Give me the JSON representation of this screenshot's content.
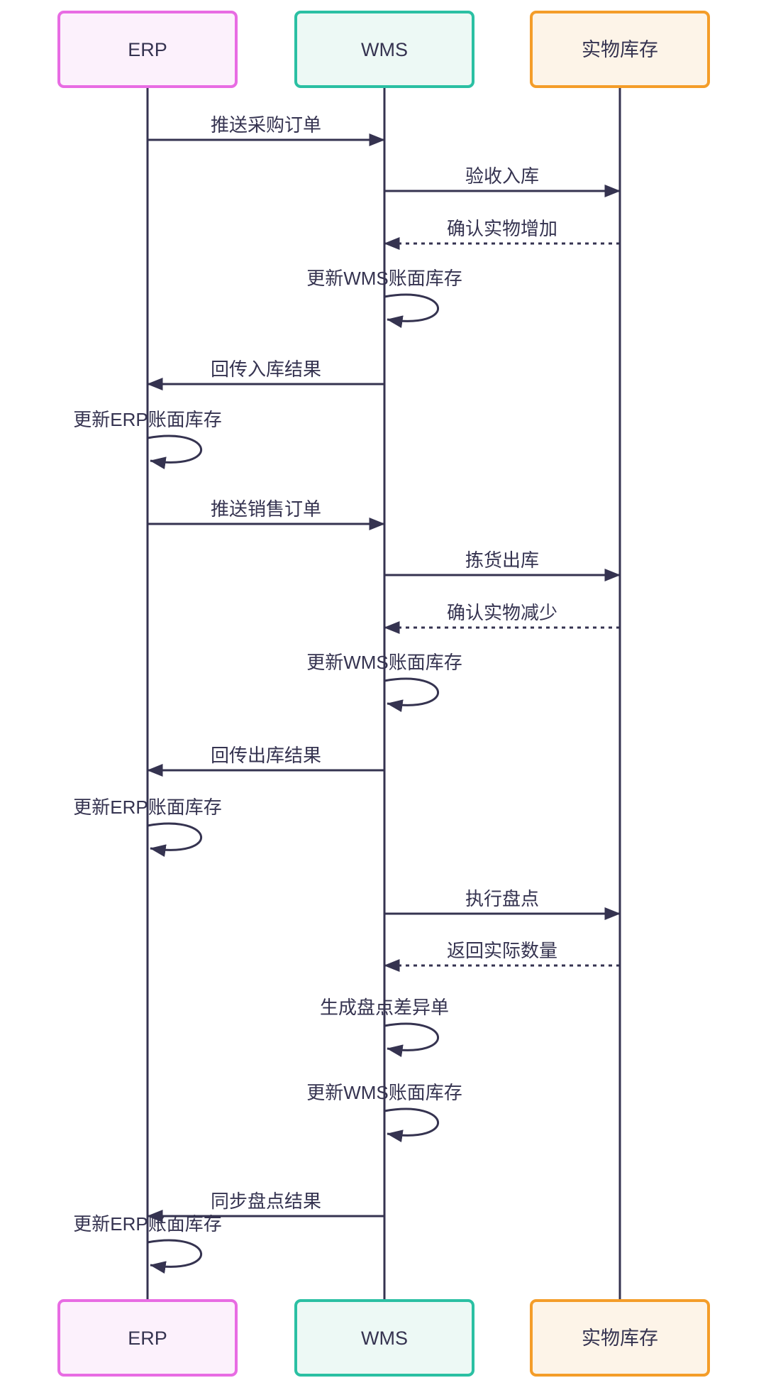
{
  "diagram_type": "sequence-diagram",
  "colors": {
    "line": "#353350",
    "text": "#353350",
    "erp_border": "#E86CE3",
    "erp_fill": "#FCF1FC",
    "wms_border": "#2BC0A3",
    "wms_fill": "#EDF9F5",
    "physical_border": "#F49D29",
    "physical_fill": "#FDF4E8"
  },
  "actors": [
    {
      "id": "erp",
      "label": "ERP",
      "border_color": "#E86CE3",
      "fill_color": "#FCF1FC"
    },
    {
      "id": "wms",
      "label": "WMS",
      "border_color": "#2BC0A3",
      "fill_color": "#EDF9F5"
    },
    {
      "id": "physical",
      "label": "实物库存",
      "border_color": "#F49D29",
      "fill_color": "#FDF4E8"
    }
  ],
  "messages": [
    {
      "from": "ERP",
      "to": "WMS",
      "label": "推送采购订单",
      "style": "solid"
    },
    {
      "from": "WMS",
      "to": "实物库存",
      "label": "验收入库",
      "style": "solid"
    },
    {
      "from": "实物库存",
      "to": "WMS",
      "label": "确认实物增加",
      "style": "dotted"
    },
    {
      "from": "WMS",
      "to": "WMS",
      "label": "更新WMS账面库存",
      "style": "self"
    },
    {
      "from": "WMS",
      "to": "ERP",
      "label": "回传入库结果",
      "style": "solid"
    },
    {
      "from": "ERP",
      "to": "ERP",
      "label": "更新ERP账面库存",
      "style": "self"
    },
    {
      "from": "ERP",
      "to": "WMS",
      "label": "推送销售订单",
      "style": "solid"
    },
    {
      "from": "WMS",
      "to": "实物库存",
      "label": "拣货出库",
      "style": "solid"
    },
    {
      "from": "实物库存",
      "to": "WMS",
      "label": "确认实物减少",
      "style": "dotted"
    },
    {
      "from": "WMS",
      "to": "WMS",
      "label": "更新WMS账面库存",
      "style": "self"
    },
    {
      "from": "WMS",
      "to": "ERP",
      "label": "回传出库结果",
      "style": "solid"
    },
    {
      "from": "ERP",
      "to": "ERP",
      "label": "更新ERP账面库存",
      "style": "self"
    },
    {
      "from": "WMS",
      "to": "实物库存",
      "label": "执行盘点",
      "style": "solid"
    },
    {
      "from": "实物库存",
      "to": "WMS",
      "label": "返回实际数量",
      "style": "dotted"
    },
    {
      "from": "WMS",
      "to": "WMS",
      "label": "生成盘点差异单",
      "style": "self"
    },
    {
      "from": "WMS",
      "to": "WMS",
      "label": "更新WMS账面库存",
      "style": "self"
    },
    {
      "from": "WMS",
      "to": "ERP",
      "label": "同步盘点结果",
      "style": "solid"
    },
    {
      "from": "ERP",
      "to": "ERP",
      "label": "更新ERP账面库存",
      "style": "self"
    }
  ]
}
